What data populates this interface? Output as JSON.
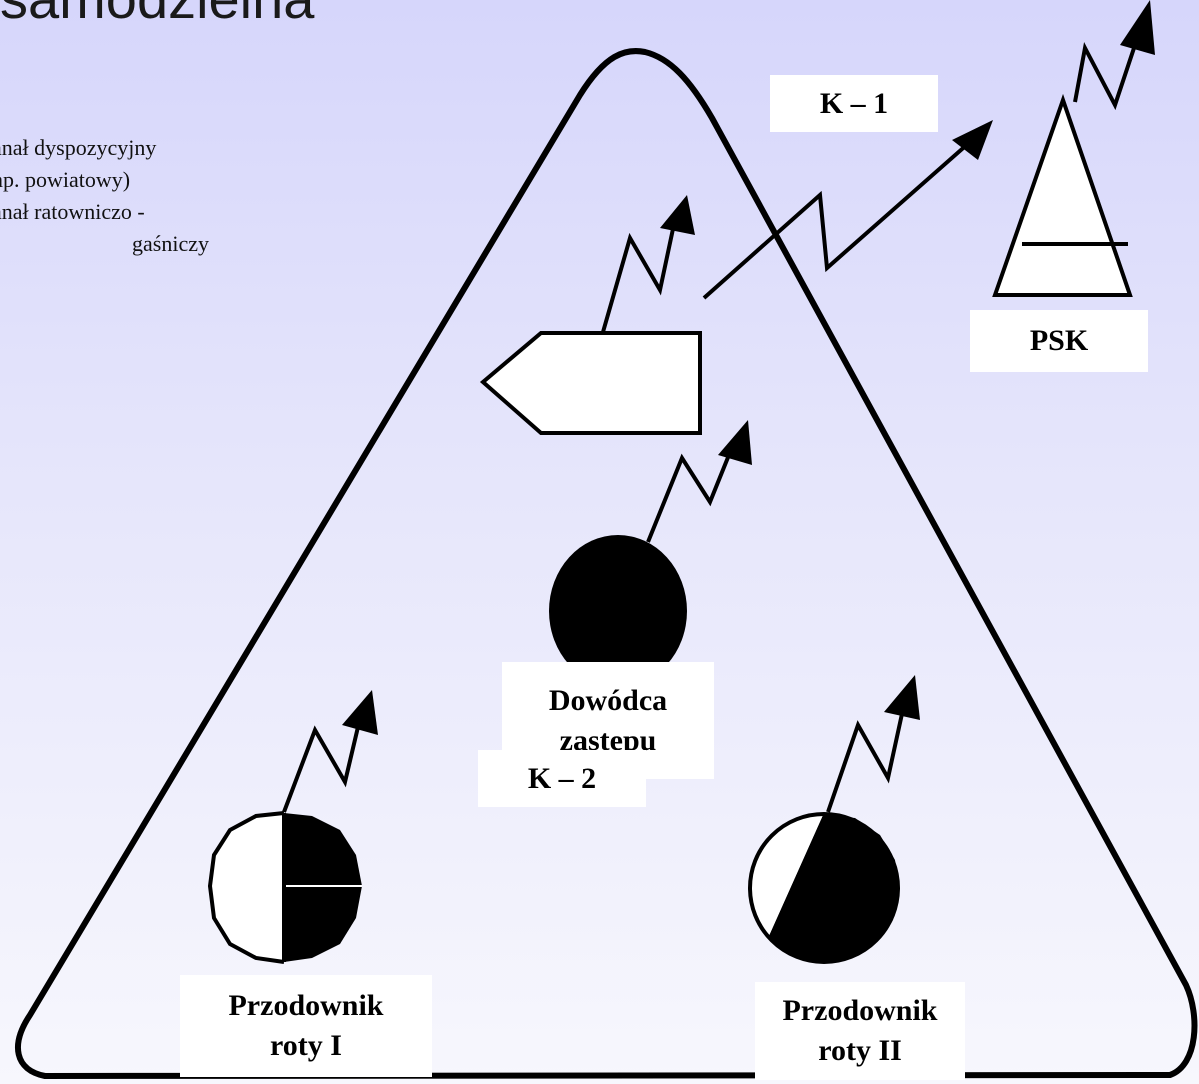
{
  "title": "samodzielna",
  "legend": {
    "line1": "anał dyspozycyjny",
    "line2": "np. powiatowy)",
    "line3": "anał ratowniczo -",
    "line4": "gaśniczy"
  },
  "labels": {
    "k1": "K – 1",
    "k2": "K – 2",
    "psk": "PSK",
    "commander_line1": "Dowódca",
    "commander_line2": "zastępu",
    "rota1_line1": "Przodownik",
    "rota1_line2": "roty I",
    "rota2_line1": "Przodownik",
    "rota2_line2": "roty II"
  }
}
